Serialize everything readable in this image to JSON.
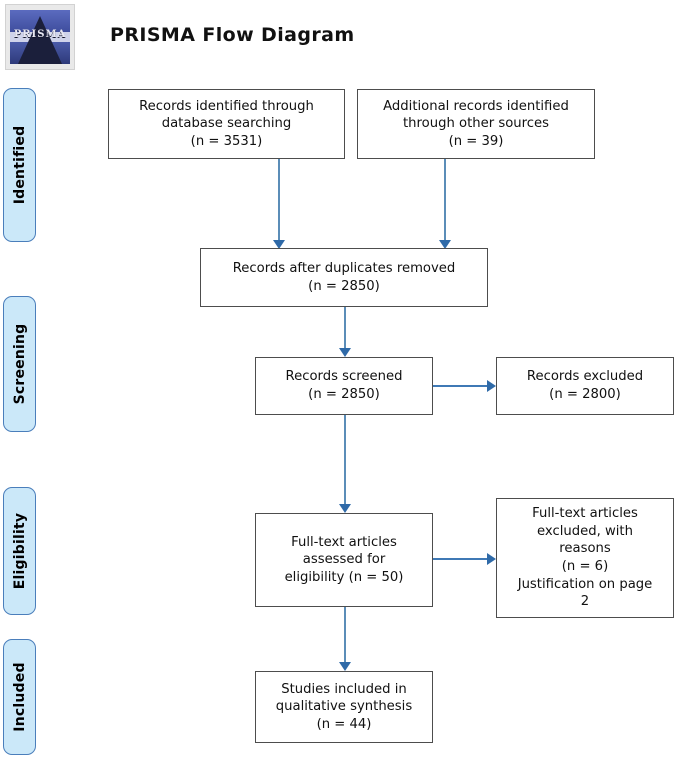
{
  "header": {
    "title": "PRISMA Flow Diagram",
    "logo_text": "PRISMA",
    "logo_name": "prisma-logo"
  },
  "colors": {
    "pill_fill": "#cbe8f9",
    "pill_border": "#4a7ebb",
    "box_border": "#4d4d4d",
    "arrow": "#3f79b5",
    "text": "#111111"
  },
  "stages": [
    {
      "label": "Identified"
    },
    {
      "label": "Screening"
    },
    {
      "label": "Eligibility"
    },
    {
      "label": "Included"
    }
  ],
  "boxes": {
    "database_search": "Records identified through\ndatabase searching\n(n = 3531)",
    "other_sources": "Additional records identified\nthrough other sources\n(n = 39)",
    "duplicates_removed": "Records after duplicates removed\n(n = 2850)",
    "records_screened": "Records screened\n(n = 2850)",
    "records_excluded": "Records excluded\n(n = 2800)",
    "fulltext_assessed": "Full-text articles\nassessed for\neligibility (n = 50)",
    "fulltext_excluded": "Full-text articles\nexcluded, with\nreasons\n(n = 6)\nJustification on page\n2",
    "studies_included": "Studies included in\nqualitative synthesis\n(n = 44)"
  },
  "counts": {
    "database_search_n": 3531,
    "other_sources_n": 39,
    "duplicates_removed_n": 2850,
    "records_screened_n": 2850,
    "records_excluded_n": 2800,
    "fulltext_assessed_n": 50,
    "fulltext_excluded_n": 6,
    "studies_included_n": 44,
    "justification_page": 2
  }
}
